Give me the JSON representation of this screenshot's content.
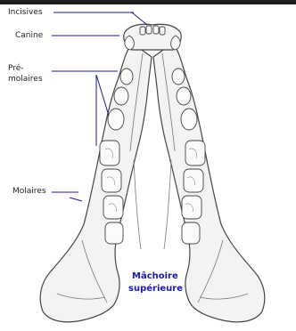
{
  "labels": {
    "incisives": "Incisives",
    "canine": "Canine",
    "premolaires_line1": "Pré-",
    "premolaires_line2": "molaires",
    "molaires": "Molaires"
  },
  "title": {
    "line1": "Mâchoire",
    "line2": "supérieure"
  },
  "colors": {
    "label_text": "#222222",
    "title_text": "#1a1ab0",
    "pointer_lines": "#1a1a8c",
    "drawing_stroke": "#444444",
    "top_bar": "#1e2020"
  },
  "icons": {
    "illustration": "upper-jaw-skull-drawing"
  }
}
